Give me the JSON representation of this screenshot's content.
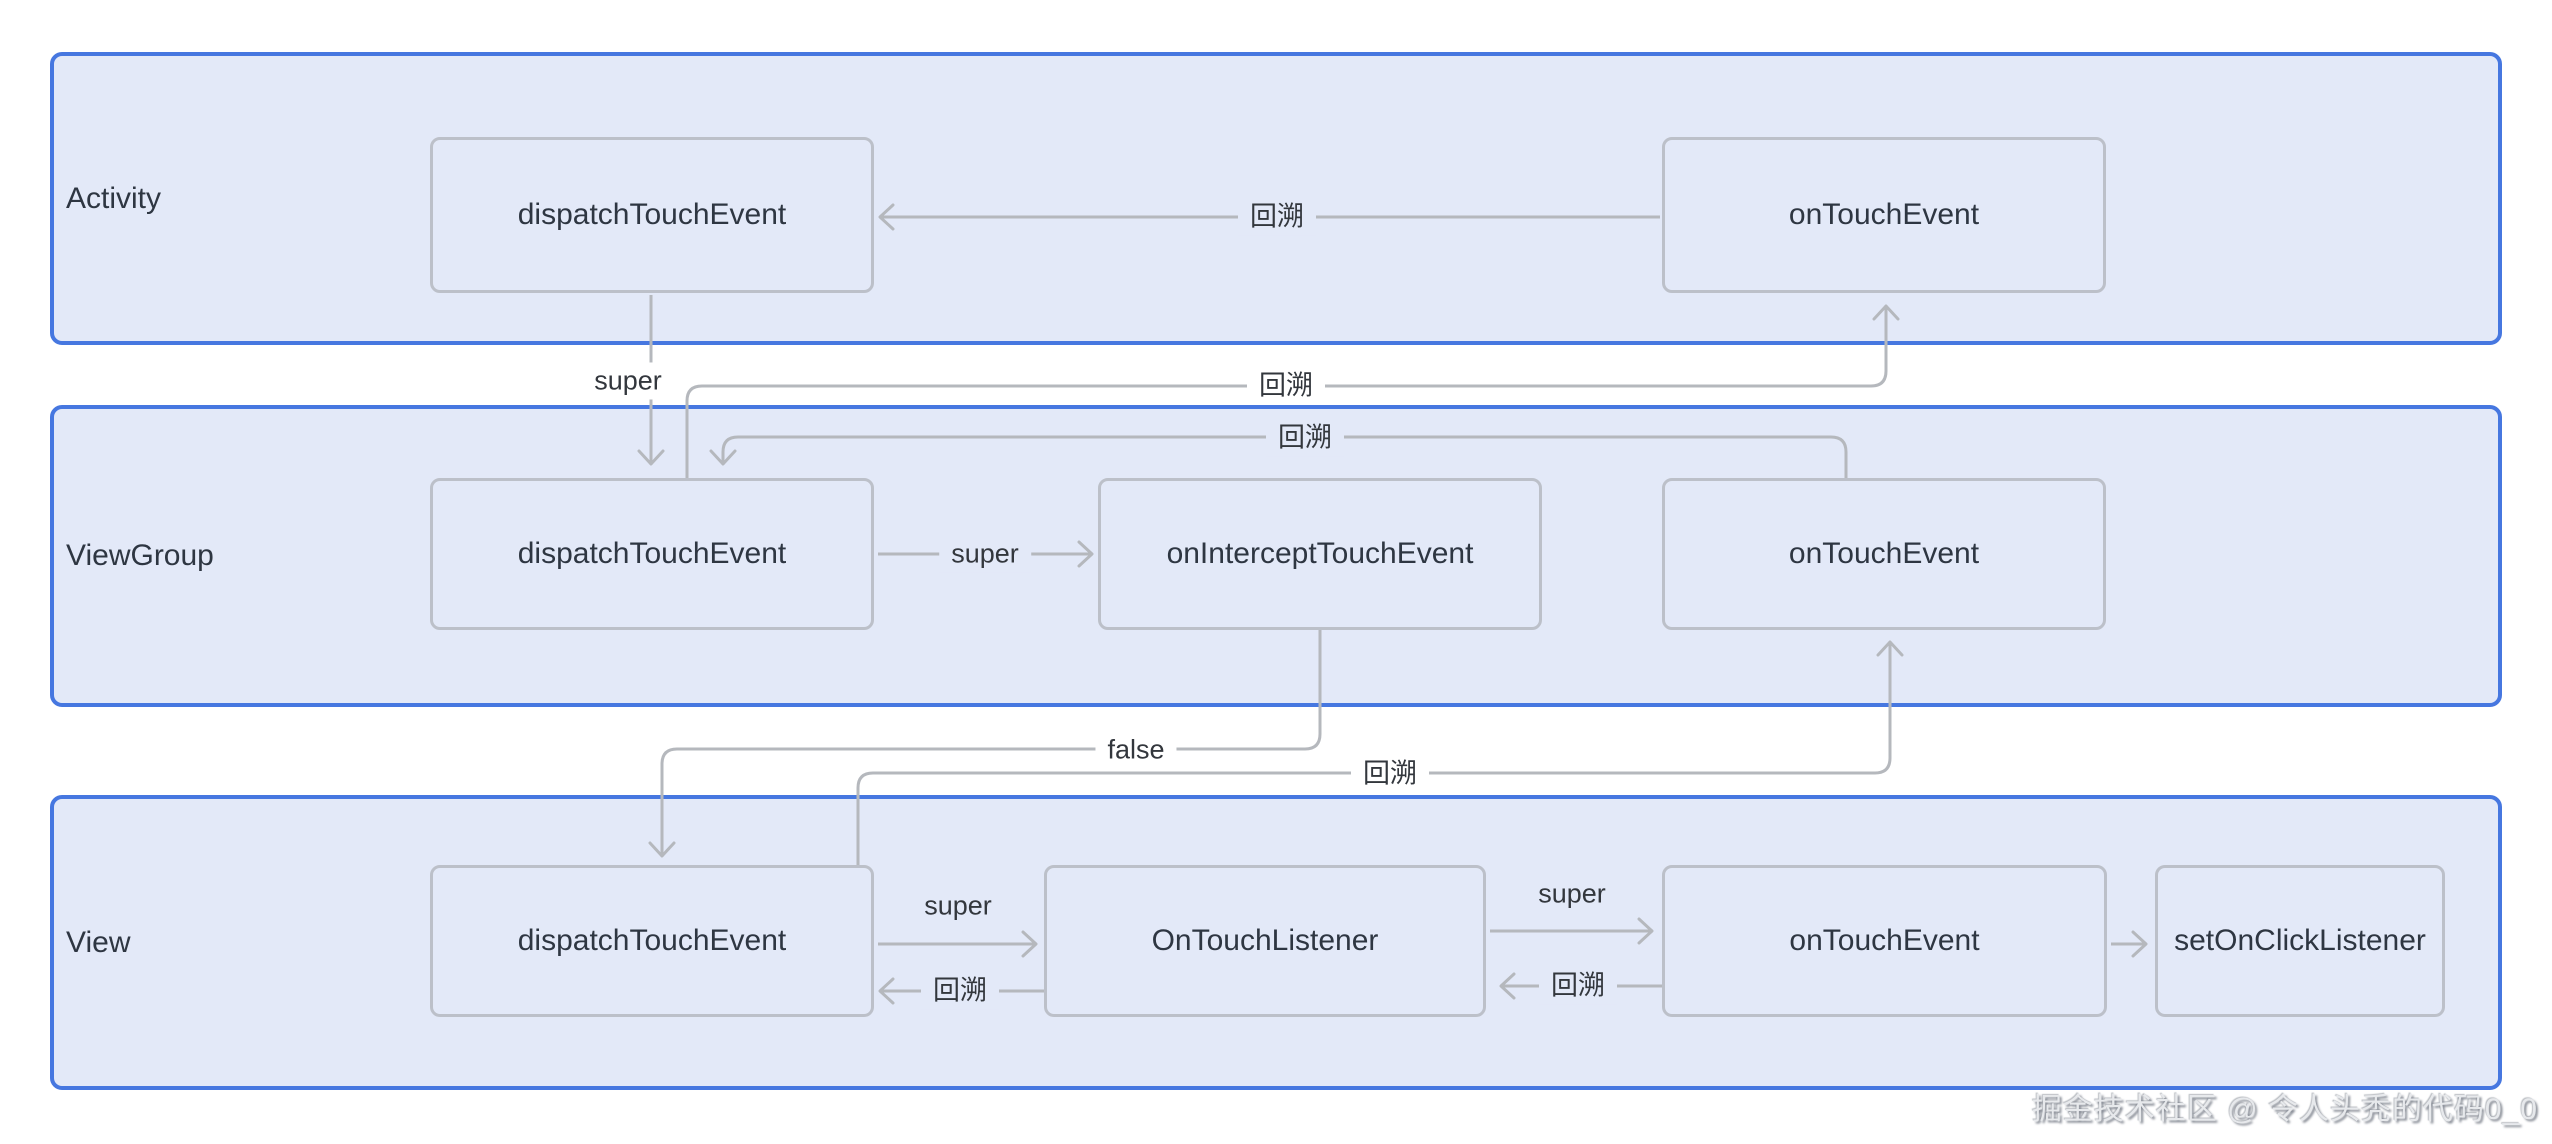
{
  "colors": {
    "page_bg": "#ffffff",
    "container_fill": "#E3E9F8",
    "container_border": "#4677E0",
    "node_border": "#BCC0C9",
    "node_text": "#2E3642",
    "edge_line": "#B5B8BD",
    "edge_label_text": "#33373D",
    "watermark_text": "#E7E9EC"
  },
  "containers": [
    {
      "label": "Activity",
      "nodes": [
        {
          "label": "dispatchTouchEvent"
        },
        {
          "label": "onTouchEvent"
        }
      ]
    },
    {
      "label": "ViewGroup",
      "nodes": [
        {
          "label": "dispatchTouchEvent"
        },
        {
          "label": "onInterceptTouchEvent"
        },
        {
          "label": "onTouchEvent"
        }
      ]
    },
    {
      "label": "View",
      "nodes": [
        {
          "label": "dispatchTouchEvent"
        },
        {
          "label": "OnTouchListener"
        },
        {
          "label": "onTouchEvent"
        },
        {
          "label": "setOnClickListener"
        }
      ]
    }
  ],
  "edges": {
    "activity_backtrack": "回溯",
    "super_activity_to_viewgroup": "super",
    "backtrack_viewgroup_to_activity": "回溯",
    "backtrack_viewgroup_internal": "回溯",
    "super_viewgroup_intercept": "super",
    "backtrack_view_to_viewgroup": "回溯",
    "intercept_false": "false",
    "super_view_dispatch_to_listener": "super",
    "backtrack_listener_to_dispatch": "回溯",
    "super_listener_to_ontouch": "super",
    "backtrack_ontouch_to_listener": "回溯"
  },
  "watermark": "掘金技术社区 @ 令人头秃的代码0_0"
}
